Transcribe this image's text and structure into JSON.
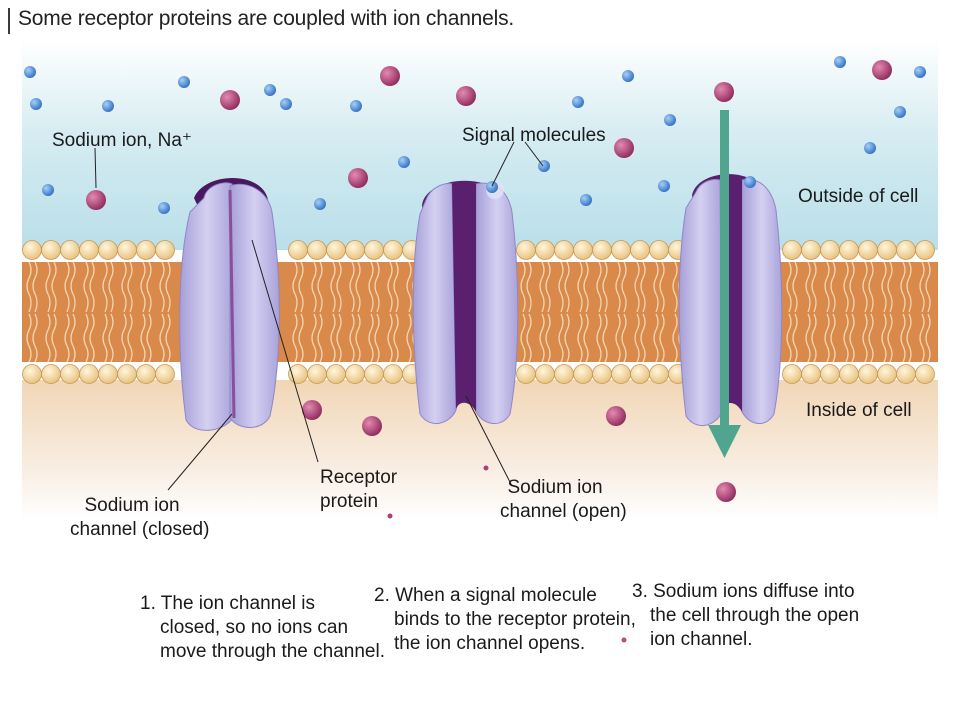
{
  "title": "Some receptor proteins are coupled with ion channels.",
  "labels": {
    "sodium_ion": "Sodium ion, Na⁺",
    "signal_molecules": "Signal molecules",
    "outside_cell": "Outside of cell",
    "inside_cell": "Inside of cell",
    "receptor_protein": [
      "Receptor",
      "protein"
    ],
    "channel_closed": [
      "Sodium ion",
      "channel (closed)"
    ],
    "channel_open": [
      "Sodium ion",
      "channel (open)"
    ]
  },
  "captions": [
    [
      "1. The ion channel is",
      "closed, so no ions can",
      "move through the channel."
    ],
    [
      "2. When a signal molecule",
      "binds to the receptor protein,",
      "the ion channel opens."
    ],
    [
      "3. Sodium ions diffuse into",
      "the cell through the open",
      "ion channel."
    ]
  ],
  "colors": {
    "outside_fluid": "#c9e6ee",
    "membrane_core": "#d9894a",
    "phospholipid_head": "#f3d9a0",
    "protein": "#b9b3e3",
    "protein_channel": "#5a1f6e",
    "sodium_ion": "#b03e78",
    "signal_molecule": "#4a86d4",
    "arrow": "#4fa58d"
  }
}
